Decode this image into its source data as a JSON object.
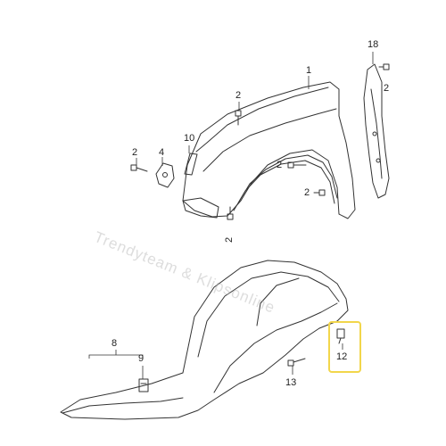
{
  "watermark": "Trendyteam & Klipsonline",
  "callouts": {
    "c1": "1",
    "c2a": "2",
    "c2b": "2",
    "c2c": "2",
    "c2d": "2",
    "c2e": "2",
    "c2f": "2",
    "c4": "4",
    "c8": "8",
    "c9": "9",
    "c10": "10",
    "c12": "12",
    "c13": "13",
    "c18": "18"
  },
  "colors": {
    "line": "#333333",
    "highlight": "#f2d64b",
    "watermark": "#b4b4b4"
  }
}
